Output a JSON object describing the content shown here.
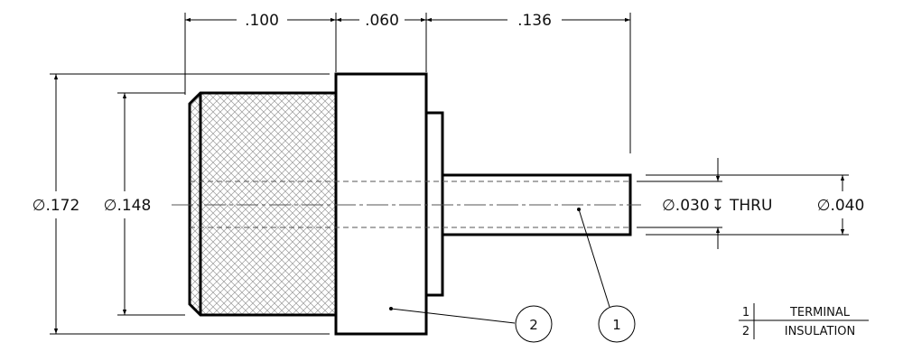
{
  "dimensions": {
    "len_1": ".100",
    "len_2": ".060",
    "len_3": ".136",
    "dia_outer": "∅.172",
    "dia_body": "∅.148",
    "dia_hole": "∅.030",
    "hole_depth_symbol": "↧",
    "hole_thru": "THRU",
    "dia_pin": "∅.040"
  },
  "balloons": [
    {
      "number": "1"
    },
    {
      "number": "2"
    }
  ],
  "parts_table": [
    {
      "item": "1",
      "name": "TERMINAL"
    },
    {
      "item": "2",
      "name": "INSULATION"
    }
  ],
  "colors": {
    "line": "#000000",
    "hatch": "#9a9a9a",
    "background": "#ffffff"
  }
}
